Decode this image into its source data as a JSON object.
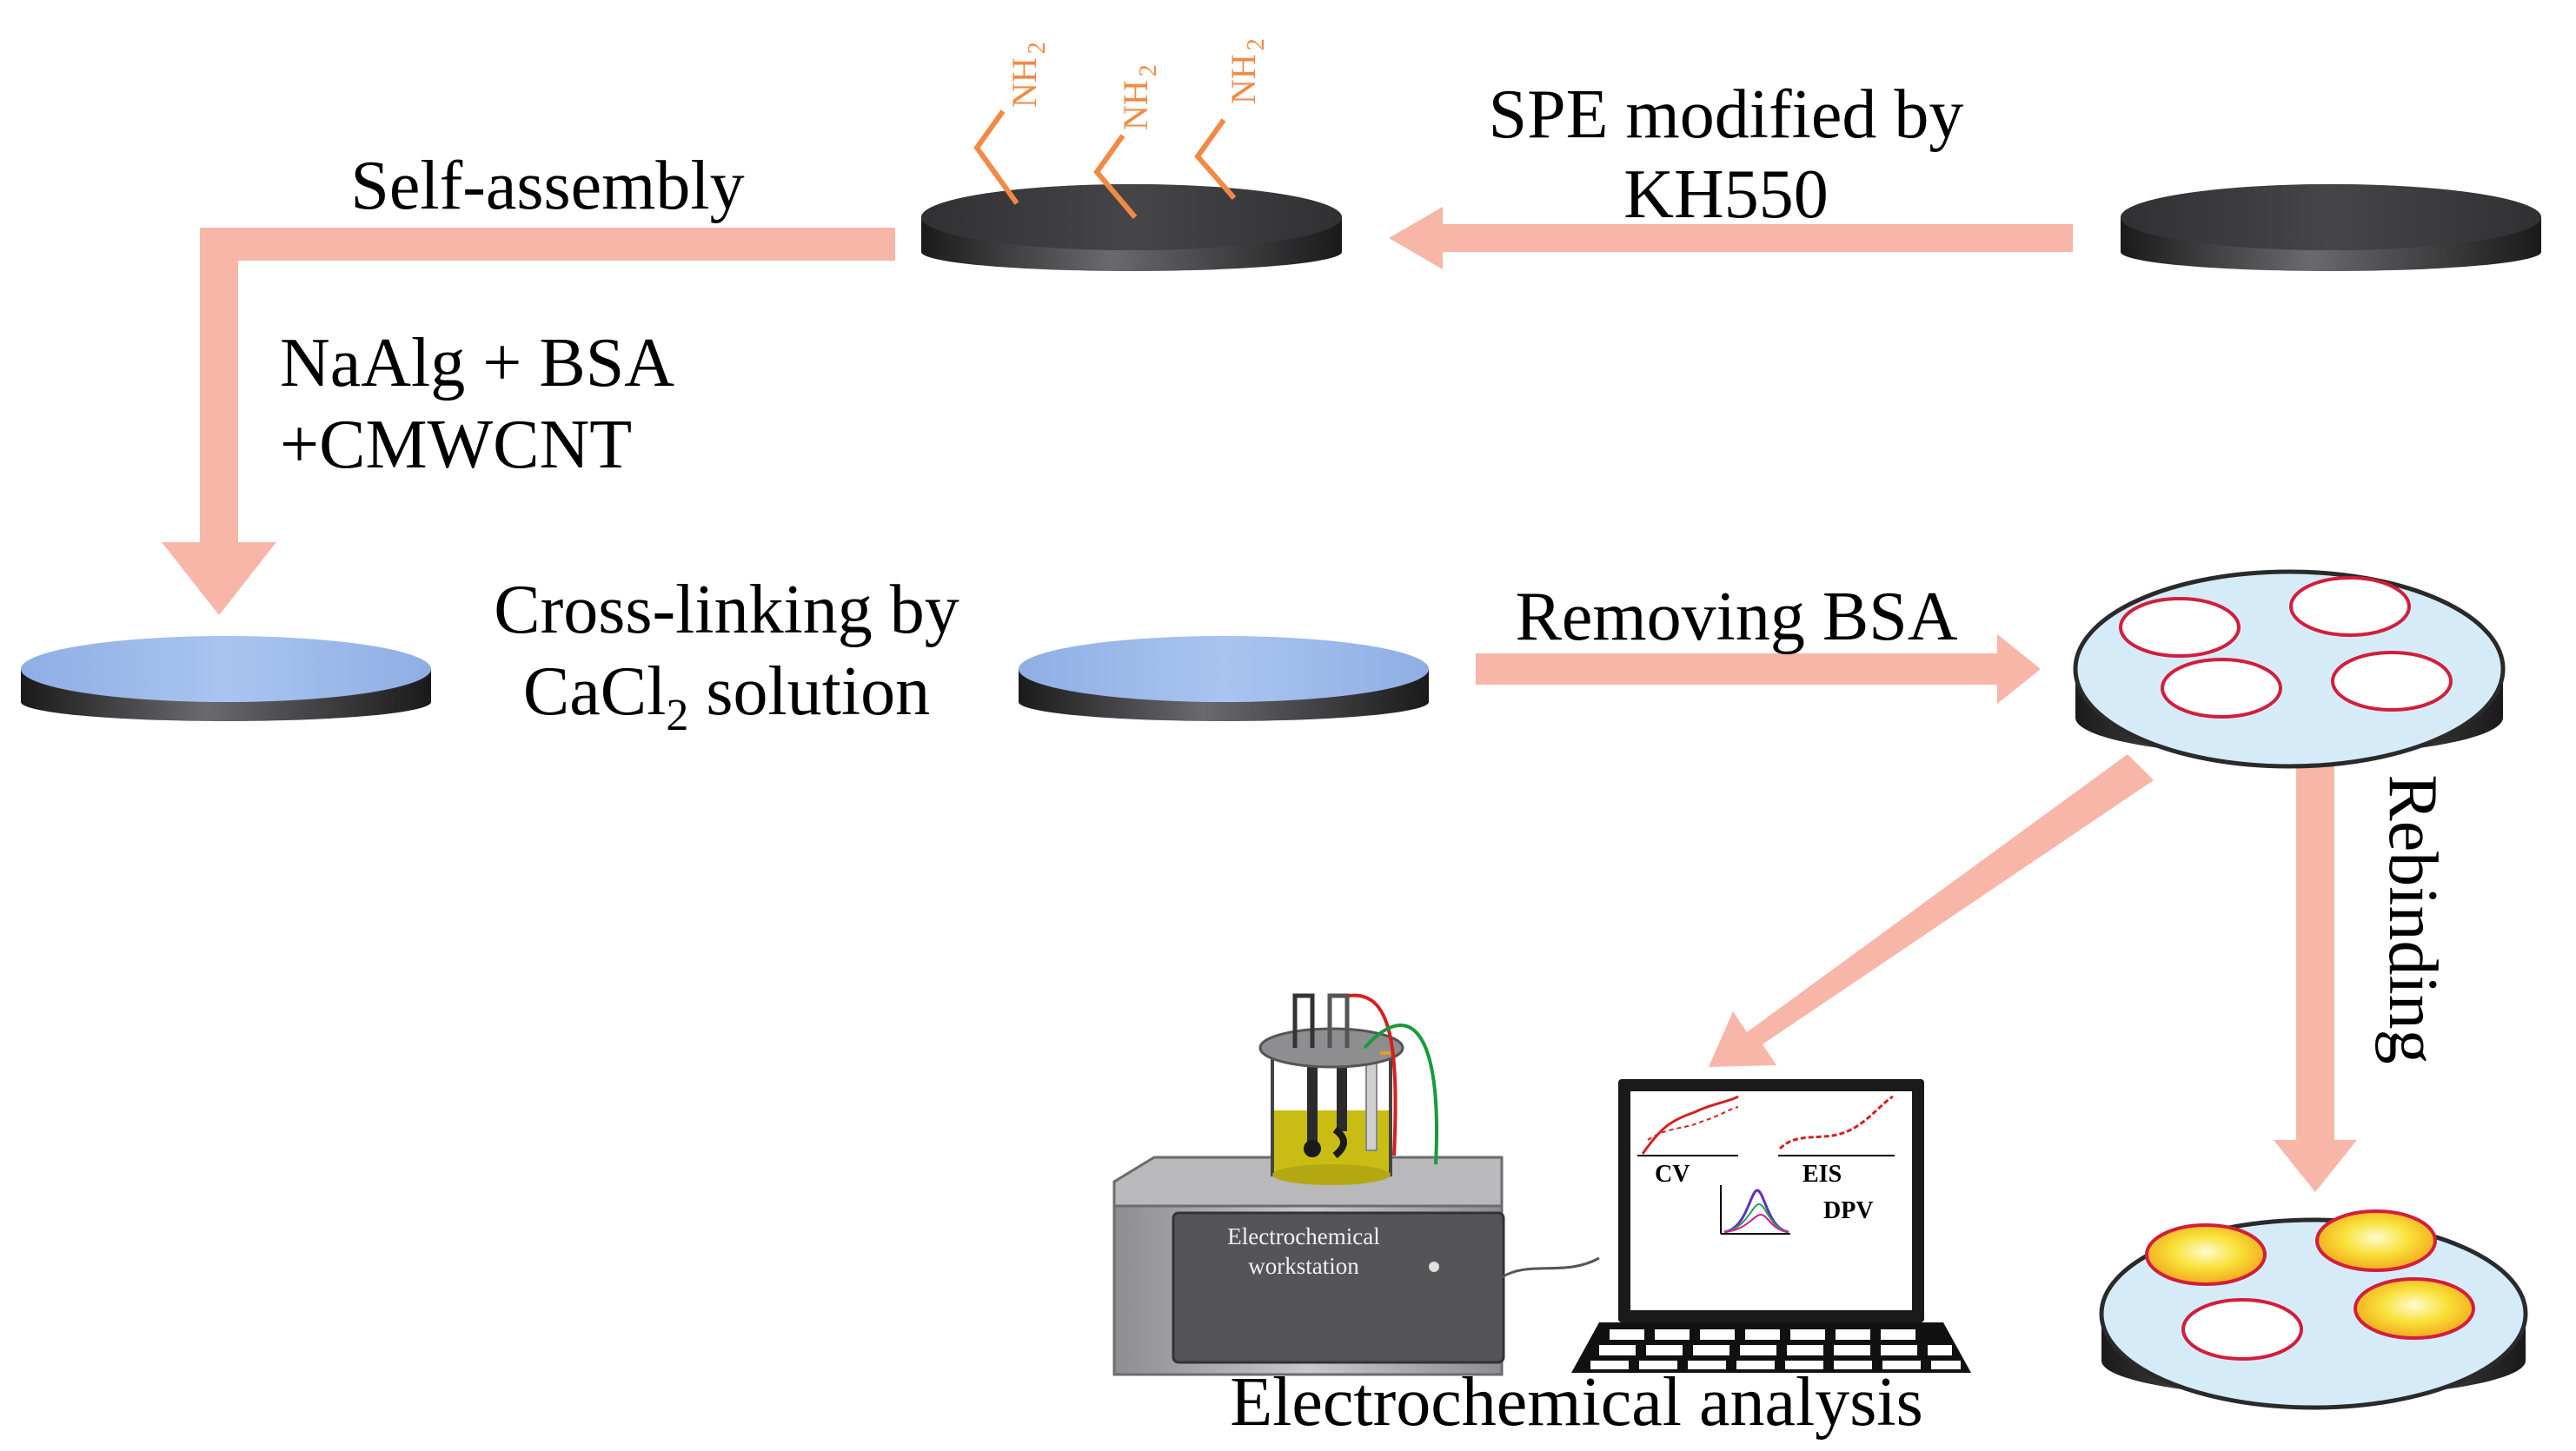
{
  "colors": {
    "arrow": "#f7b6a8",
    "disk_dark": "#3b3b3d",
    "disk_blue": "#9db9ea",
    "disk_light": "#d5ecf8",
    "cavity": "#d21e3c",
    "amine": "#f28a45",
    "bound": "#f6e33e"
  },
  "labels": {
    "spe_line1": "SPE modified by",
    "spe_line2": "KH550",
    "self_assembly": "Self-assembly",
    "mix_line1": "NaAlg + BSA",
    "mix_line2": "+CMWCNT",
    "crosslink_line1": "Cross-linking by",
    "crosslink_line2_pre": "CaCl",
    "crosslink_line2_sub": "2",
    "crosslink_line2_post": " solution",
    "removing": "Removing BSA",
    "rebinding": "Rebinding",
    "analysis": "Electrochemical analysis",
    "amine_group": "NH",
    "amine_sub": "2"
  },
  "workstation": {
    "line1": "Electrochemical",
    "line2": "workstation"
  },
  "laptop": {
    "cv": "CV",
    "eis": "EIS",
    "dpv": "DPV"
  }
}
